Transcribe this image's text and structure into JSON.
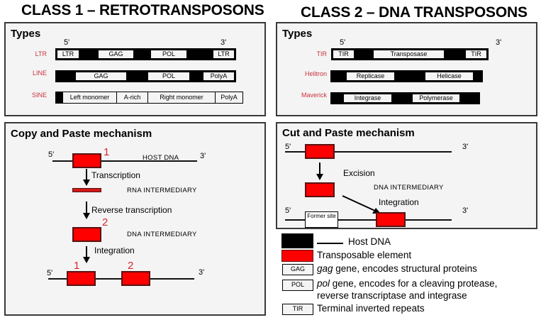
{
  "class1": {
    "title": "CLASS 1 – RETROTRANSPOSONS",
    "types": {
      "title": "Types",
      "five_prime": "5'",
      "three_prime": "3'",
      "rows": [
        {
          "label": "LTR",
          "segments": [
            "LTR",
            "GAG",
            "POL",
            "LTR"
          ]
        },
        {
          "label": "LINE",
          "segments": [
            "GAG",
            "POL",
            "PolyA"
          ]
        },
        {
          "label": "SINE",
          "segments": [
            "Left monomer",
            "A-rich",
            "Right monomer",
            "PolyA"
          ]
        }
      ]
    },
    "mechanism": {
      "title": "Copy and Paste mechanism",
      "five_prime": "5'",
      "three_prime": "3'",
      "host_dna_label": "HOST DNA",
      "element_1": "1",
      "element_2": "2",
      "steps": [
        "Transcription",
        "Reverse transcription",
        "Integration"
      ],
      "rna_intermediary": "RNA INTERMEDIARY",
      "dna_intermediary": "DNA INTERMEDIARY"
    }
  },
  "class2": {
    "title": "CLASS 2 – DNA TRANSPOSONS",
    "types": {
      "title": "Types",
      "five_prime": "5'",
      "three_prime": "3'",
      "rows": [
        {
          "label": "TIR",
          "segments": [
            "TIR",
            "Transposase",
            "TIR"
          ]
        },
        {
          "label": "Helitron",
          "segments": [
            "Replicase",
            "Helicase"
          ]
        },
        {
          "label": "Maverick",
          "segments": [
            "Integrase",
            "Polymerase"
          ]
        }
      ]
    },
    "mechanism": {
      "title": "Cut and Paste mechanism",
      "five_prime": "5'",
      "three_prime": "3'",
      "steps": [
        "Excision",
        "Integration"
      ],
      "dna_intermediary": "DNA INTERMEDIARY",
      "former_site": "Former site"
    }
  },
  "legend": {
    "items": [
      {
        "swatch": "black-box",
        "text": "Host DNA"
      },
      {
        "swatch": "red-box",
        "text": "Transposable element"
      },
      {
        "swatch": "GAG",
        "text_italic": "gag",
        "text": " gene, encodes structural proteins"
      },
      {
        "swatch": "POL",
        "text_italic": "pol",
        "text": " gene, encodes for a cleaving protease,",
        "text2": "reverse transcriptase and integrase"
      },
      {
        "swatch": "TIR",
        "text": "Terminal inverted repeats"
      }
    ]
  },
  "colors": {
    "transposable_element": "#ff0000",
    "host_dna": "#000000",
    "type_label": "#c8323c",
    "panel_bg": "#f4f4f4"
  }
}
